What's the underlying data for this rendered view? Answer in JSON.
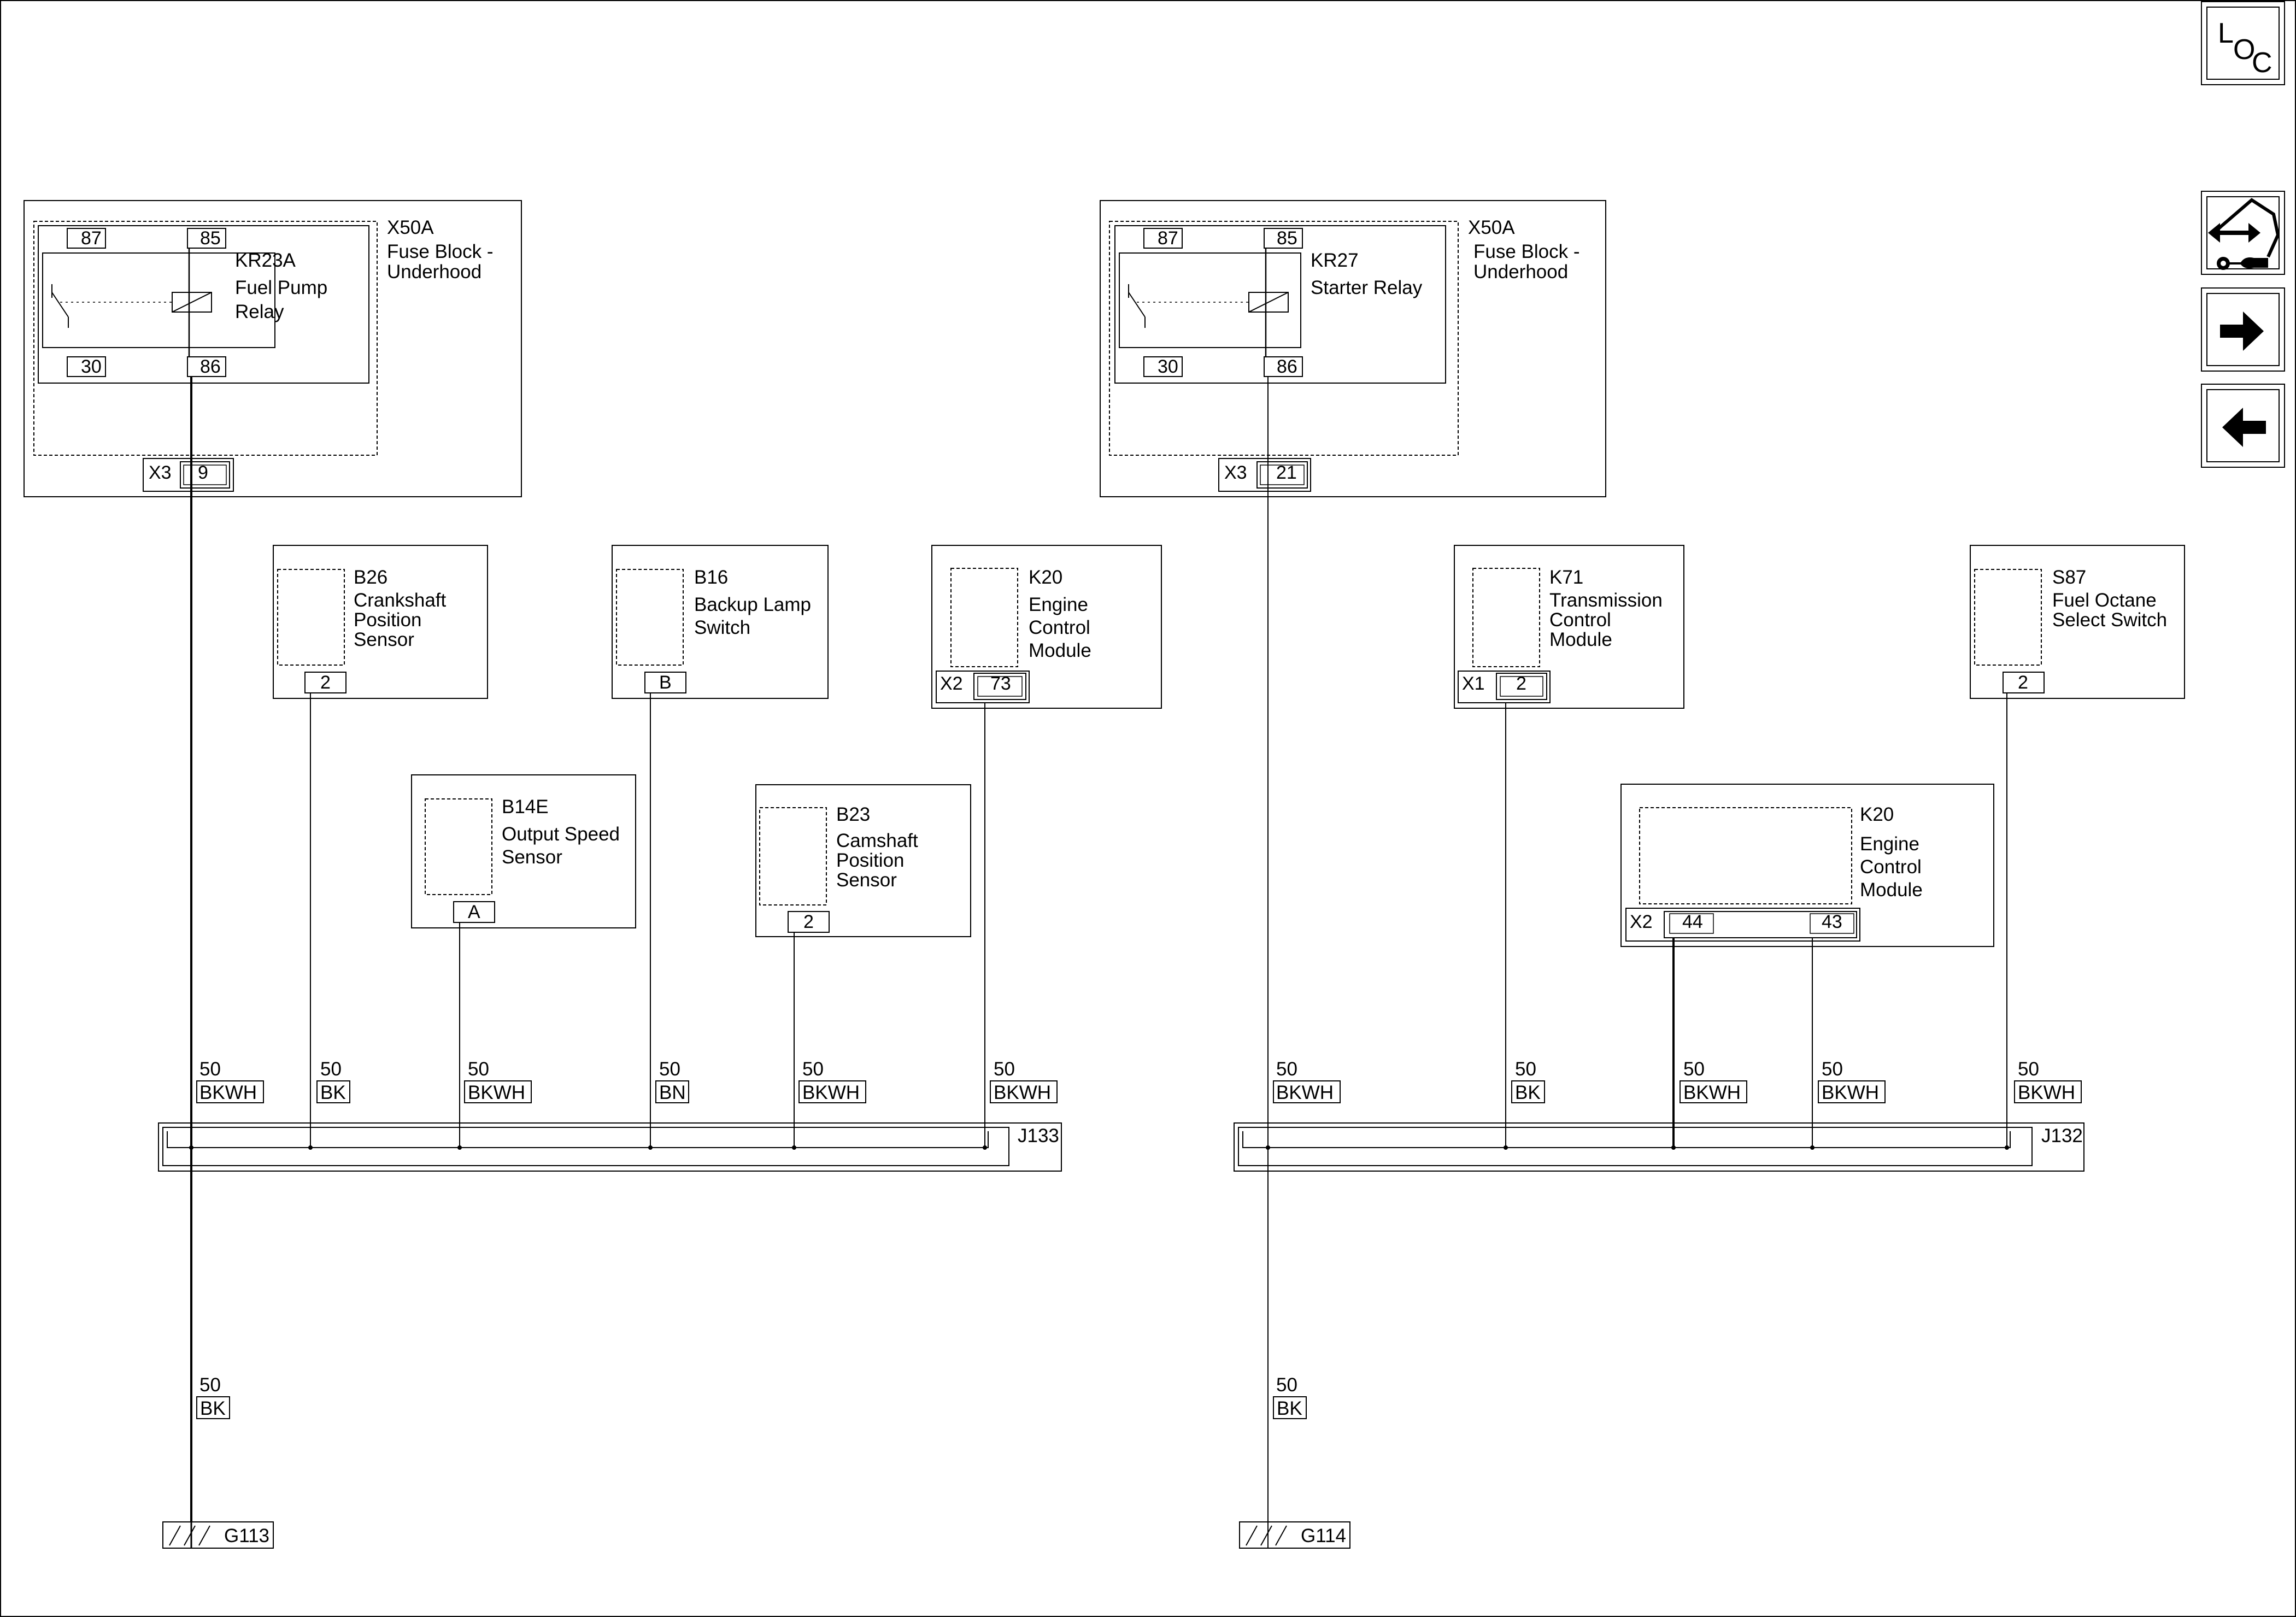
{
  "left_section": {
    "fuse_block": {
      "ref": "X50A",
      "name_line1": "Fuse Block -",
      "name_line2": "Underhood",
      "connector": "X3",
      "pin": "9"
    },
    "relay": {
      "ref": "KR23A",
      "name_line1": "Fuel Pump",
      "name_line2": "Relay",
      "pins": {
        "p87": "87",
        "p85": "85",
        "p30": "30",
        "p86": "86"
      }
    },
    "b26": {
      "ref": "B26",
      "name_line1": "Crankshaft",
      "name_line2": "Position",
      "name_line3": "Sensor",
      "pin": "2"
    },
    "b16": {
      "ref": "B16",
      "name_line1": "Backup Lamp",
      "name_line2": "Switch",
      "pin": "B"
    },
    "k20": {
      "ref": "K20",
      "name_line1": "Engine",
      "name_line2": "Control",
      "name_line3": "Module",
      "connector": "X2",
      "pin": "73"
    },
    "b14e": {
      "ref": "B14E",
      "name_line1": "Output Speed",
      "name_line2": "Sensor",
      "pin": "A"
    },
    "b23": {
      "ref": "B23",
      "name_line1": "Camshaft",
      "name_line2": "Position",
      "name_line3": "Sensor",
      "pin": "2"
    },
    "wires": [
      {
        "gauge": "50",
        "color": "BKWH"
      },
      {
        "gauge": "50",
        "color": "BK"
      },
      {
        "gauge": "50",
        "color": "BKWH"
      },
      {
        "gauge": "50",
        "color": "BN"
      },
      {
        "gauge": "50",
        "color": "BKWH"
      },
      {
        "gauge": "50",
        "color": "BKWH"
      }
    ],
    "splice": "J133",
    "ground_wire": {
      "gauge": "50",
      "color": "BK"
    },
    "ground": "G113"
  },
  "right_section": {
    "fuse_block": {
      "ref": "X50A",
      "name_line1": "Fuse Block -",
      "name_line2": "Underhood",
      "connector": "X3",
      "pin": "21"
    },
    "relay": {
      "ref": "KR27",
      "name_line1": "Starter Relay",
      "pins": {
        "p87": "87",
        "p85": "85",
        "p30": "30",
        "p86": "86"
      }
    },
    "k71": {
      "ref": "K71",
      "name_line1": "Transmission",
      "name_line2": "Control",
      "name_line3": "Module",
      "connector": "X1",
      "pin": "2"
    },
    "s87": {
      "ref": "S87",
      "name_line1": "Fuel Octane",
      "name_line2": "Select Switch",
      "pin": "2"
    },
    "k20": {
      "ref": "K20",
      "name_line1": "Engine",
      "name_line2": "Control",
      "name_line3": "Module",
      "connector": "X2",
      "pin_a": "44",
      "pin_b": "43"
    },
    "wires": [
      {
        "gauge": "50",
        "color": "BKWH"
      },
      {
        "gauge": "50",
        "color": "BK"
      },
      {
        "gauge": "50",
        "color": "BKWH"
      },
      {
        "gauge": "50",
        "color": "BKWH"
      },
      {
        "gauge": "50",
        "color": "BKWH"
      }
    ],
    "splice": "J132",
    "ground_wire": {
      "gauge": "50",
      "color": "BK"
    },
    "ground": "G114"
  },
  "toolbar": {
    "loc": {
      "l": "L",
      "o": "O",
      "c": "C"
    },
    "icons": [
      "component-view-icon",
      "arrow-right-icon",
      "arrow-left-icon"
    ]
  }
}
